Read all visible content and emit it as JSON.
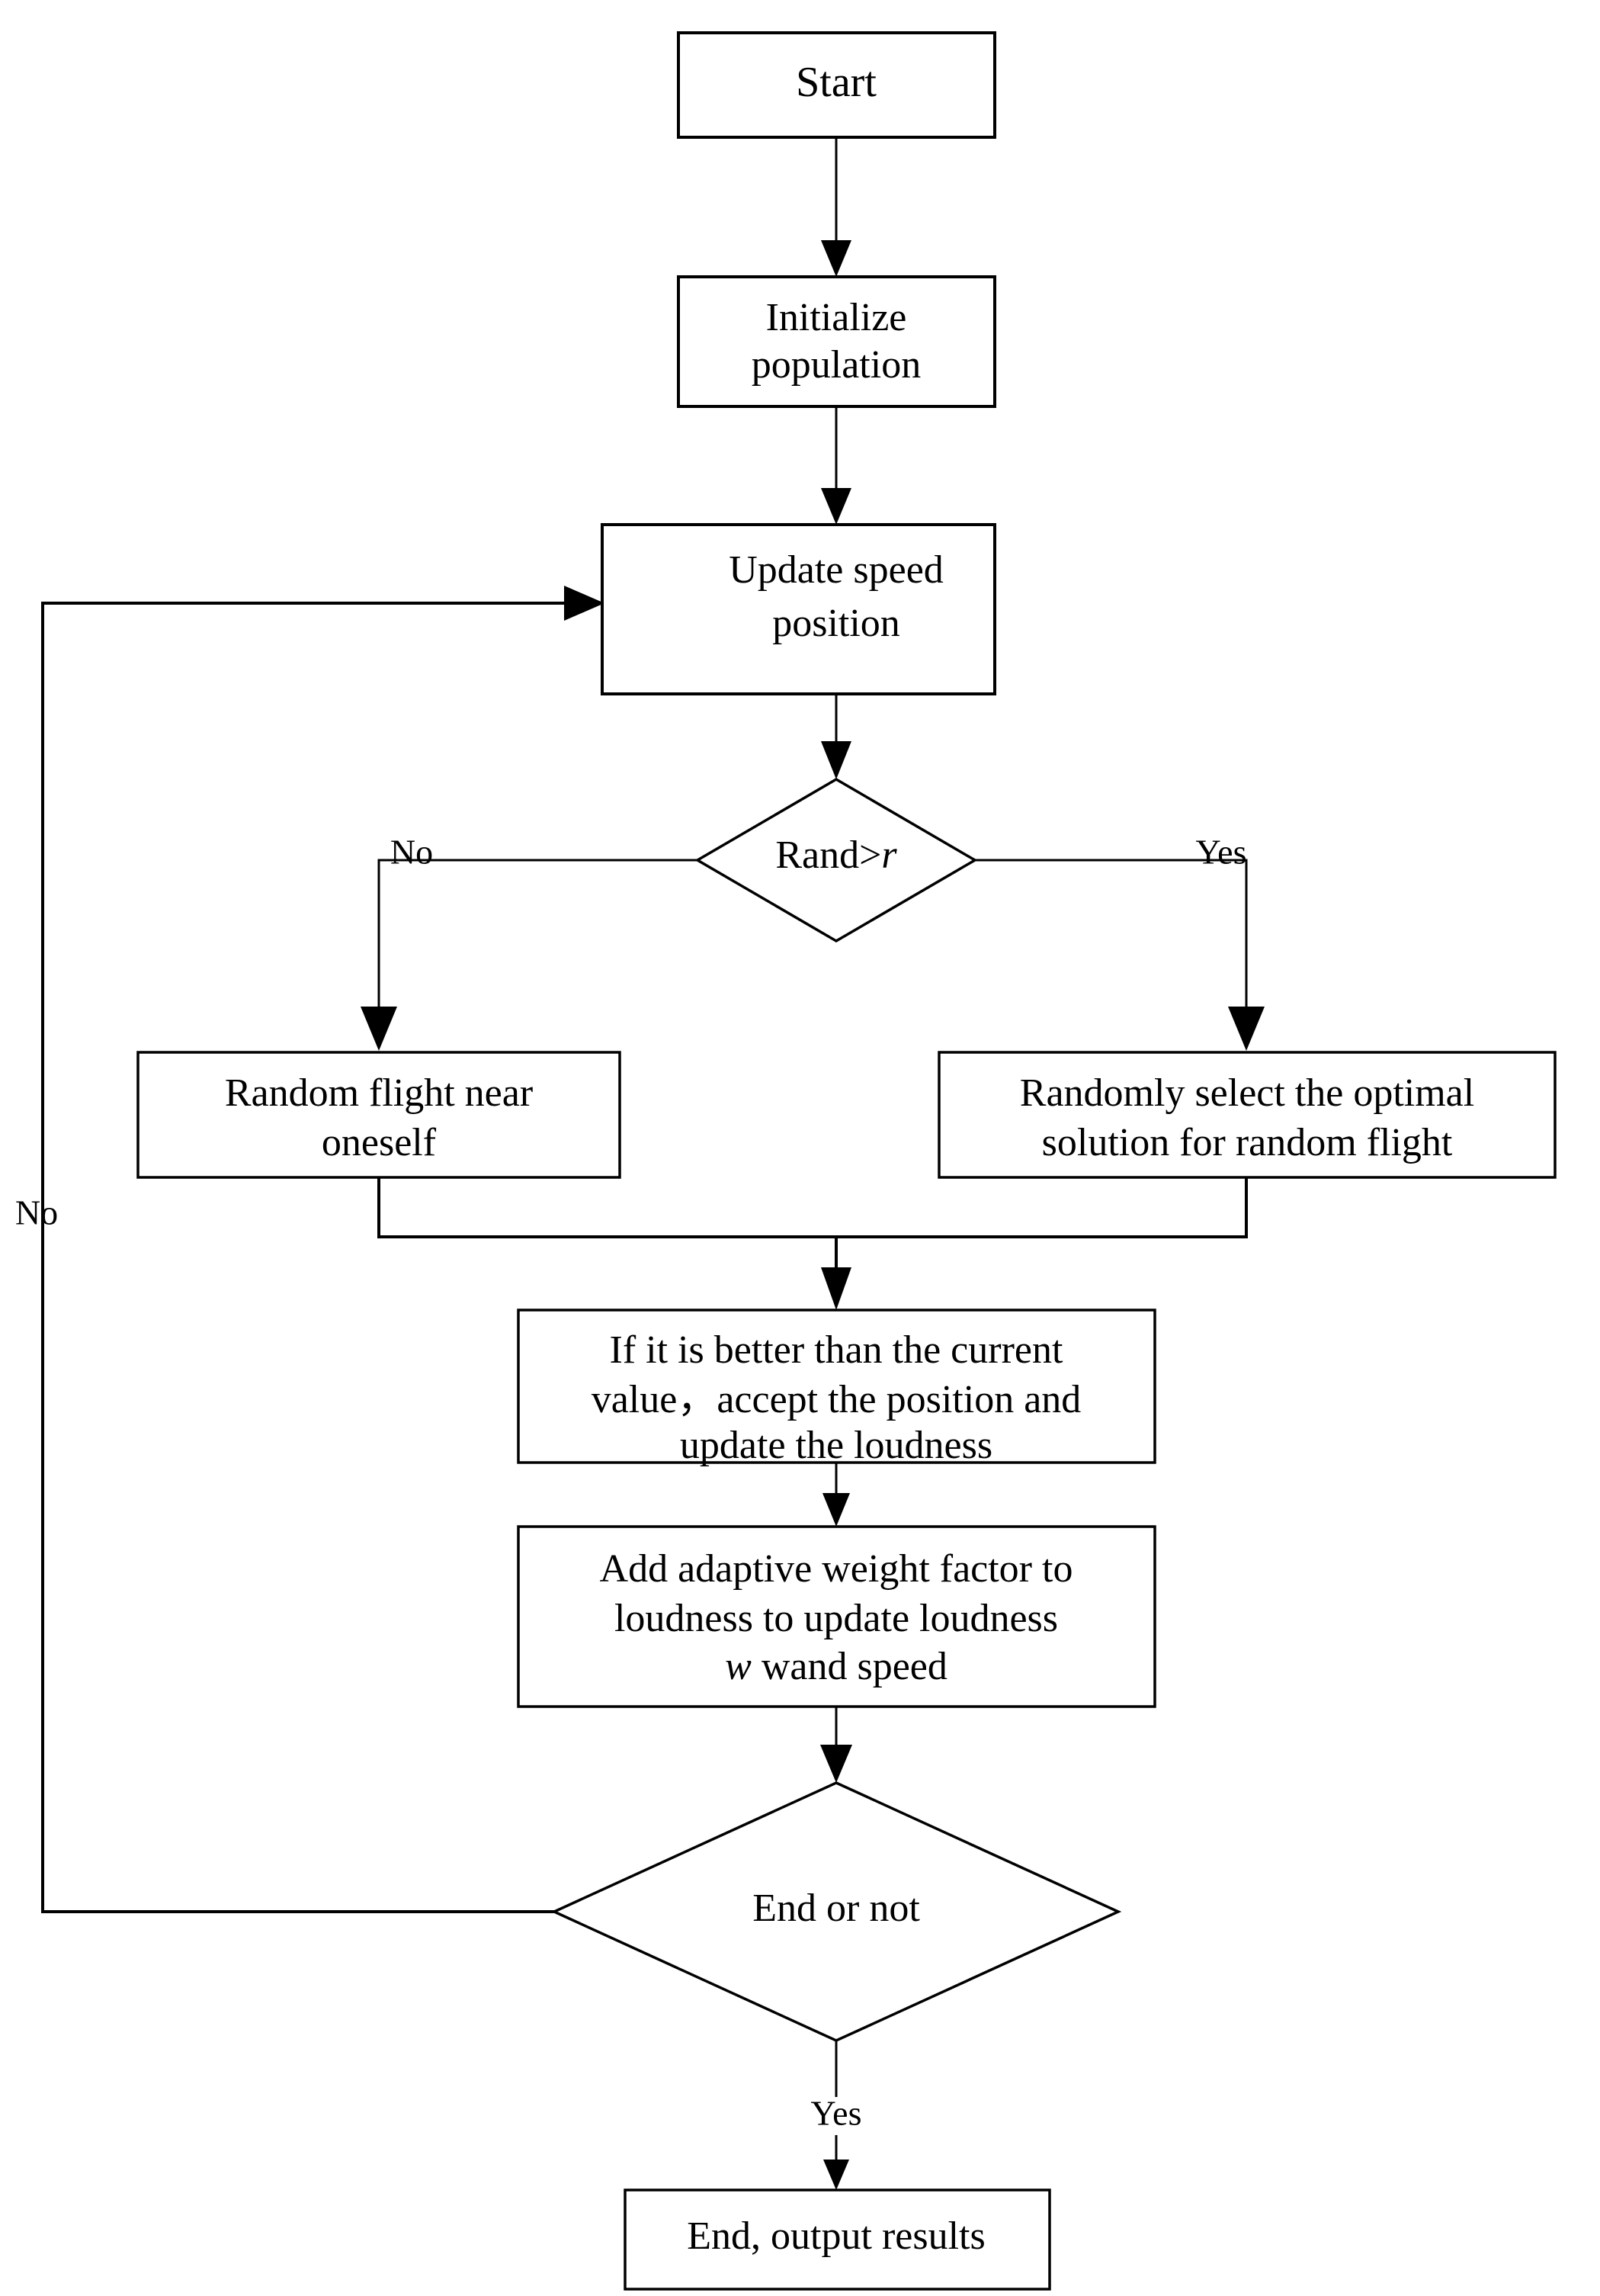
{
  "diagram": {
    "title": "Improved bat algorithm flowchart",
    "type": "flowchart",
    "orientation": "top-to-bottom",
    "background_color": "#ffffff",
    "line_color": "#000000",
    "fill_color": "#ffffff"
  },
  "nodes": {
    "start": {
      "shape": "rectangle",
      "lines": [
        "Start"
      ]
    },
    "initialize": {
      "shape": "rectangle",
      "lines": [
        "Initialize",
        "population"
      ]
    },
    "update_speed": {
      "shape": "rectangle",
      "lines": [
        "Update speed",
        "position"
      ]
    },
    "rand_decision": {
      "shape": "diamond",
      "text_prefix": "Rand>",
      "text_italic": "r"
    },
    "random_flight_self": {
      "shape": "rectangle",
      "lines": [
        "Random flight near",
        "oneself"
      ]
    },
    "random_optimal": {
      "shape": "rectangle",
      "lines": [
        "Randomly select the optimal",
        "solution for random flight"
      ]
    },
    "accept_position": {
      "shape": "rectangle",
      "lines": [
        "If it is better than the current",
        "value，accept the position and",
        "update the loudness"
      ]
    },
    "adaptive_weight": {
      "shape": "rectangle",
      "lines_pre": [
        "Add adaptive weight factor to",
        "loudness to update loudness"
      ],
      "line3_italic": "w",
      "line3_rest": " wand speed"
    },
    "end_decision": {
      "shape": "diamond",
      "lines": [
        "End or not"
      ]
    },
    "end_output": {
      "shape": "rectangle",
      "lines": [
        "End, output results"
      ]
    }
  },
  "edge_labels": {
    "rand_no": "No",
    "rand_yes": "Yes",
    "loop_no": "No",
    "end_yes": "Yes"
  }
}
